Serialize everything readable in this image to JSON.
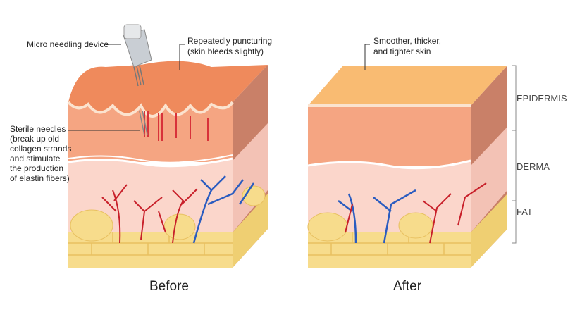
{
  "labels": {
    "device": "Micro needling device",
    "puncture_1": "Repeatedly puncturing",
    "puncture_2": "(skin bleeds slightly)",
    "needles_1": "Sterile needles",
    "needles_2": "(break up old",
    "needles_3": "collagen strands",
    "needles_4": "and stimulate",
    "needles_5": "the production",
    "needles_6": "of elastin fibers)",
    "result_1": "Smoother, thicker,",
    "result_2": "and tighter skin"
  },
  "layers": {
    "epidermis": "EPIDERMIS",
    "derma": "DERMA",
    "fat": "FAT"
  },
  "captions": {
    "before": "Before",
    "after": "After"
  },
  "colors": {
    "epidermis_top_before": "#ef8a5c",
    "epidermis_top_after": "#f9bb72",
    "epidermis": "#f5a582",
    "derma": "#fbd6cb",
    "fat": "#f7dc8c",
    "artery": "#c8202a",
    "vein": "#2a5cc0"
  }
}
